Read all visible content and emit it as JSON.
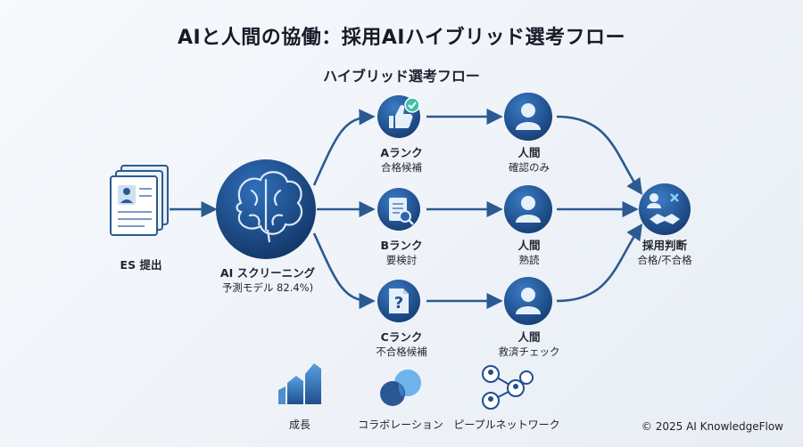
{
  "title": "AIと人間の協働：採用AIハイブリッド選考フロー",
  "subtitle": "ハイブリッド選考フロー",
  "nodes": {
    "es": {
      "label": "ES 提出"
    },
    "ai": {
      "label": "AI スクリーニング",
      "sub": "予測モデル 82.4%)"
    },
    "a_rank": {
      "label": "Aランク",
      "sub": "合格候補"
    },
    "b_rank": {
      "label": "Bランク",
      "sub": "要検討"
    },
    "c_rank": {
      "label": "Cランク",
      "sub": "不合格候補"
    },
    "human_a": {
      "label": "人間",
      "sub": "確認のみ"
    },
    "human_b": {
      "label": "人間",
      "sub": "熟読"
    },
    "human_c": {
      "label": "人間",
      "sub": "救済チェック"
    },
    "decision": {
      "label": "採用判断",
      "sub": "合格/不合格"
    }
  },
  "legend": {
    "growth": "成長",
    "collab": "コラボレーション",
    "network": "ピープルネットワーク"
  },
  "copyright": "© 2025 AI KnowledgeFlow",
  "colors": {
    "node_dark": "#1f4f8f",
    "node_light": "#4f8fd0",
    "line": "#2b5a90"
  }
}
